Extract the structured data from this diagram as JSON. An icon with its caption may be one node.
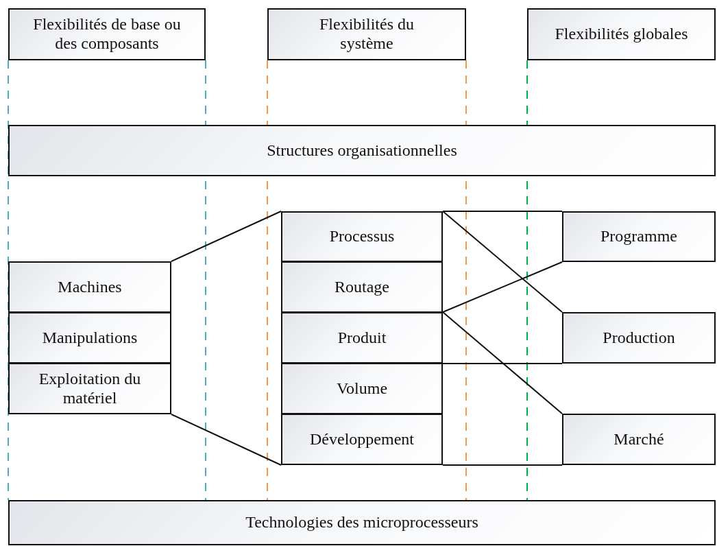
{
  "diagram": {
    "nodes": [
      {
        "text": [
          "Flexibilités de base ou des composants"
        ]
      },
      {
        "text": [
          "Flexibilités du système"
        ]
      },
      {
        "text": [
          "Flexibilités globales"
        ]
      },
      {
        "text": [
          "Structures organisationnelles"
        ]
      },
      {
        "text": [
          "Machines"
        ]
      },
      {
        "text": [
          "Manipulations"
        ]
      },
      {
        "text": [
          "Exploitation du matériel"
        ]
      },
      {
        "text": [
          "Processus"
        ]
      },
      {
        "text": [
          "Routage"
        ]
      },
      {
        "text": [
          "Produit"
        ]
      },
      {
        "text": [
          "Volume"
        ]
      },
      {
        "text": [
          "Développement"
        ]
      },
      {
        "text": [
          "Programme"
        ]
      },
      {
        "text": [
          "Production"
        ]
      },
      {
        "text": [
          "Marché"
        ]
      },
      {
        "text": [
          "Technologies des microprocesseurs"
        ]
      }
    ],
    "edges": [
      {
        "from": 4,
        "to": 7,
        "arrow": "none"
      },
      {
        "from": 6,
        "to": 11,
        "arrow": "none"
      },
      {
        "from": 7,
        "to": 12,
        "arrow": "none"
      },
      {
        "from": 7,
        "to": 13,
        "arrow": "none"
      },
      {
        "from": 9,
        "to": 12,
        "arrow": "none"
      },
      {
        "from": 9,
        "to": 14,
        "arrow": "none"
      },
      {
        "from": 9,
        "to": 13,
        "arrow": "none"
      },
      {
        "from": 11,
        "to": 14,
        "arrow": "none"
      }
    ]
  }
}
